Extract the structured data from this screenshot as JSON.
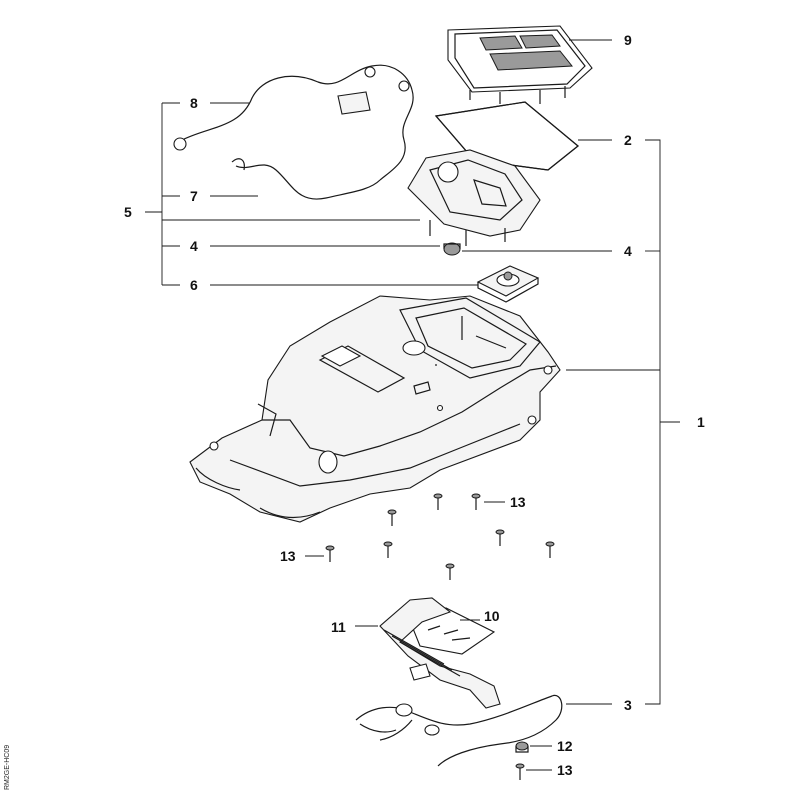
{
  "callouts": {
    "c9": "9",
    "c8": "8",
    "c2": "2",
    "c5": "5",
    "c7": "7",
    "c4_left": "4",
    "c4_right": "4",
    "c6": "6",
    "c1": "1",
    "c13_a": "13",
    "c13_b": "13",
    "c10": "10",
    "c11": "11",
    "c3": "3",
    "c12": "12",
    "c13_c": "13"
  },
  "document_id": "RM2GE-HC09",
  "colors": {
    "line": "#1a1a1a",
    "fill": "#f4f4f4",
    "background": "#ffffff"
  }
}
